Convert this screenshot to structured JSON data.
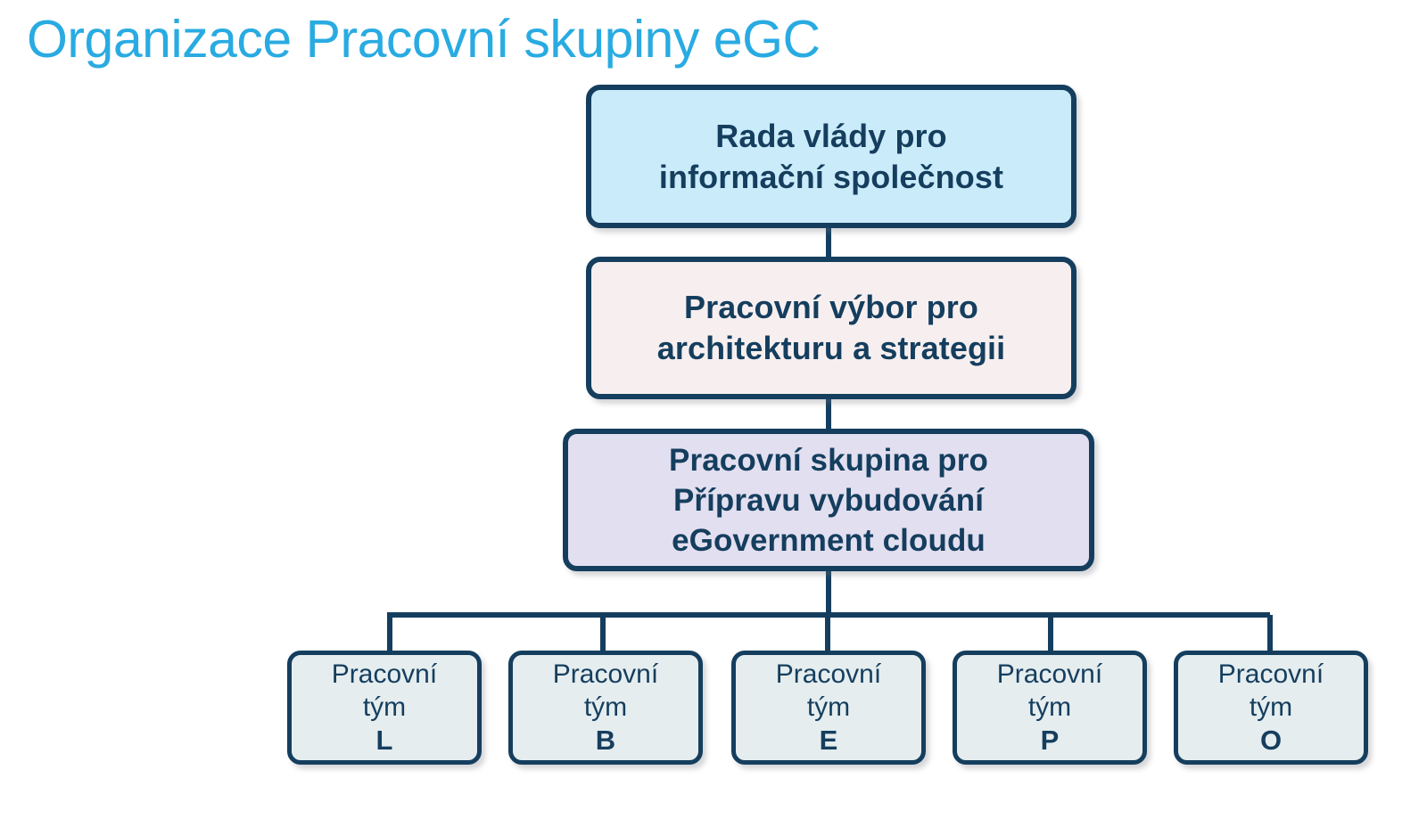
{
  "slide": {
    "title": "Organizace Pracovní skupiny eGC",
    "background_color": "#FFFFFF",
    "title_color": "#29ABE2",
    "line_color": "#153E5E",
    "text_color": "#153E5E"
  },
  "chart_data": {
    "type": "diagram",
    "diagram_type": "organization-chart",
    "title": "Organizace Pracovní skupiny eGC",
    "nodes": [
      {
        "id": "rada",
        "label": "Rada vlády pro informační společnost",
        "lines": [
          "Rada vlády pro",
          "informační společnost"
        ],
        "level": 0,
        "fill": "#CAEBFA",
        "border": "#153E5E",
        "bold": true
      },
      {
        "id": "vybor",
        "label": "Pracovní výbor pro architekturu a strategii",
        "lines": [
          "Pracovní výbor pro",
          "architekturu a strategii"
        ],
        "level": 1,
        "fill": "#F7EFEF",
        "border": "#153E5E",
        "bold": true
      },
      {
        "id": "skupina",
        "label": "Pracovní skupina pro Přípravu vybudování eGovernment cloudu",
        "lines": [
          "Pracovní skupina pro",
          "Přípravu vybudování",
          "eGovernment cloudu"
        ],
        "level": 2,
        "fill": "#E2DFF0",
        "border": "#153E5E",
        "bold": true
      },
      {
        "id": "team-L",
        "label": "Pracovní tým L",
        "lines": [
          "Pracovní",
          "tým"
        ],
        "letter": "L",
        "level": 3,
        "fill": "#E5EDEF",
        "border": "#153E5E",
        "bold": false
      },
      {
        "id": "team-B",
        "label": "Pracovní tým B",
        "lines": [
          "Pracovní",
          "tým"
        ],
        "letter": "B",
        "level": 3,
        "fill": "#E5EDEF",
        "border": "#153E5E",
        "bold": false
      },
      {
        "id": "team-E",
        "label": "Pracovní tým E",
        "lines": [
          "Pracovní",
          "tým"
        ],
        "letter": "E",
        "level": 3,
        "fill": "#E5EDEF",
        "border": "#153E5E",
        "bold": false
      },
      {
        "id": "team-P",
        "label": "Pracovní tým P",
        "lines": [
          "Pracovní",
          "tým"
        ],
        "letter": "P",
        "level": 3,
        "fill": "#E5EDEF",
        "border": "#153E5E",
        "bold": false
      },
      {
        "id": "team-O",
        "label": "Pracovní tým O",
        "lines": [
          "Pracovní",
          "tým"
        ],
        "letter": "O",
        "level": 3,
        "fill": "#E5EDEF",
        "border": "#153E5E",
        "bold": false
      }
    ],
    "edges": [
      {
        "from": "rada",
        "to": "vybor"
      },
      {
        "from": "vybor",
        "to": "skupina"
      },
      {
        "from": "skupina",
        "to": "team-L"
      },
      {
        "from": "skupina",
        "to": "team-B"
      },
      {
        "from": "skupina",
        "to": "team-E"
      },
      {
        "from": "skupina",
        "to": "team-P"
      },
      {
        "from": "skupina",
        "to": "team-O"
      }
    ]
  },
  "nodes": {
    "rada": {
      "line1": "Rada vlády pro",
      "line2": "informační společnost"
    },
    "vybor": {
      "line1": "Pracovní výbor pro",
      "line2": "architekturu a strategii"
    },
    "skupina": {
      "line1": "Pracovní skupina pro",
      "line2": "Přípravu vybudování",
      "line3": "eGovernment cloudu"
    },
    "teams": [
      {
        "line1": "Pracovní",
        "line2": "tým",
        "letter": "L"
      },
      {
        "line1": "Pracovní",
        "line2": "tým",
        "letter": "B"
      },
      {
        "line1": "Pracovní",
        "line2": "tým",
        "letter": "E"
      },
      {
        "line1": "Pracovní",
        "line2": "tým",
        "letter": "P"
      },
      {
        "line1": "Pracovní",
        "line2": "tým",
        "letter": "O"
      }
    ]
  }
}
